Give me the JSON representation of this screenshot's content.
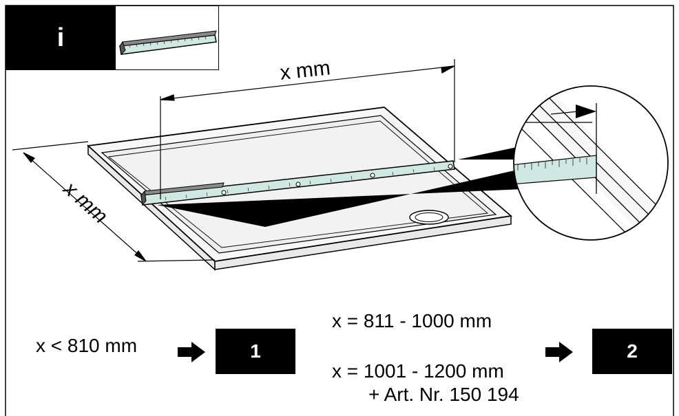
{
  "info": {
    "badge": "i"
  },
  "drawing": {
    "top_dimension": "x mm",
    "side_dimension": "x mm"
  },
  "rules": {
    "rule1": {
      "condition": "x < 810 mm",
      "result": "1"
    },
    "rule2": {
      "condition_a": "x = 811 - 1000 mm",
      "condition_b": "x = 1001 - 1200 mm",
      "extra": "+ Art. Nr. 150 194",
      "result": "2"
    }
  }
}
